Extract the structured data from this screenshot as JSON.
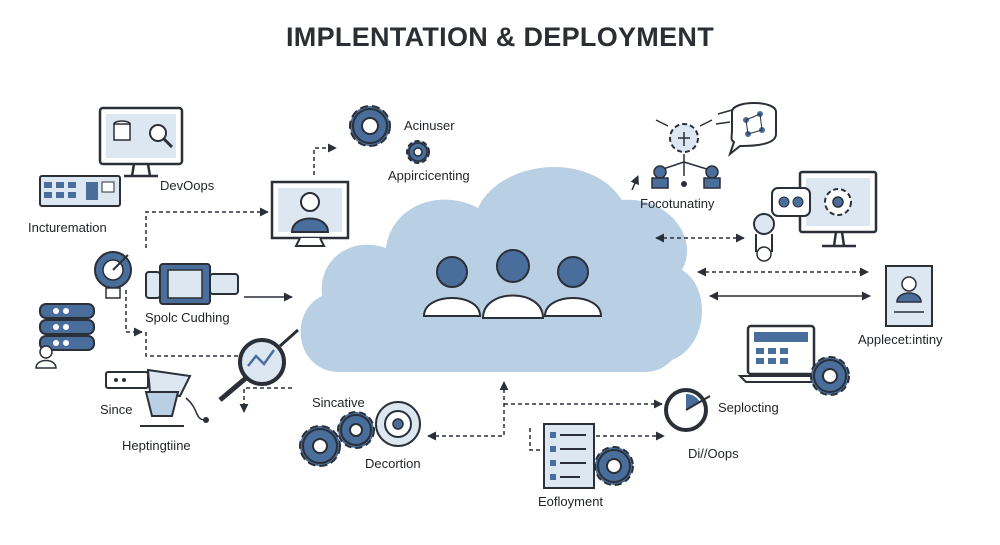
{
  "title": "IMPLENTATION & DEPLOYMENT",
  "labels": {
    "devoops": "DevOops",
    "incturemation": "Incturemation",
    "spolc_cudhing": "Spolc Cudhing",
    "since": "Since",
    "heptingtiine": "Heptingtiine",
    "acinuser": "Acinuser",
    "appircicenting": "Appircicenting",
    "sincative": "Sincative",
    "decortion": "Decortion",
    "eofloyment": "Eofloyment",
    "seplocting": "Seplocting",
    "di_oops": "Di//Oops",
    "focotunatiny": "Focotunatiny",
    "applecet_intiny": "Applecet:intiny"
  },
  "colors": {
    "primary": "#4a6e9c",
    "primary_dark": "#2f4d74",
    "cloud": "#b8cfe4",
    "outline": "#2a2f38",
    "light": "#dce7f2"
  }
}
